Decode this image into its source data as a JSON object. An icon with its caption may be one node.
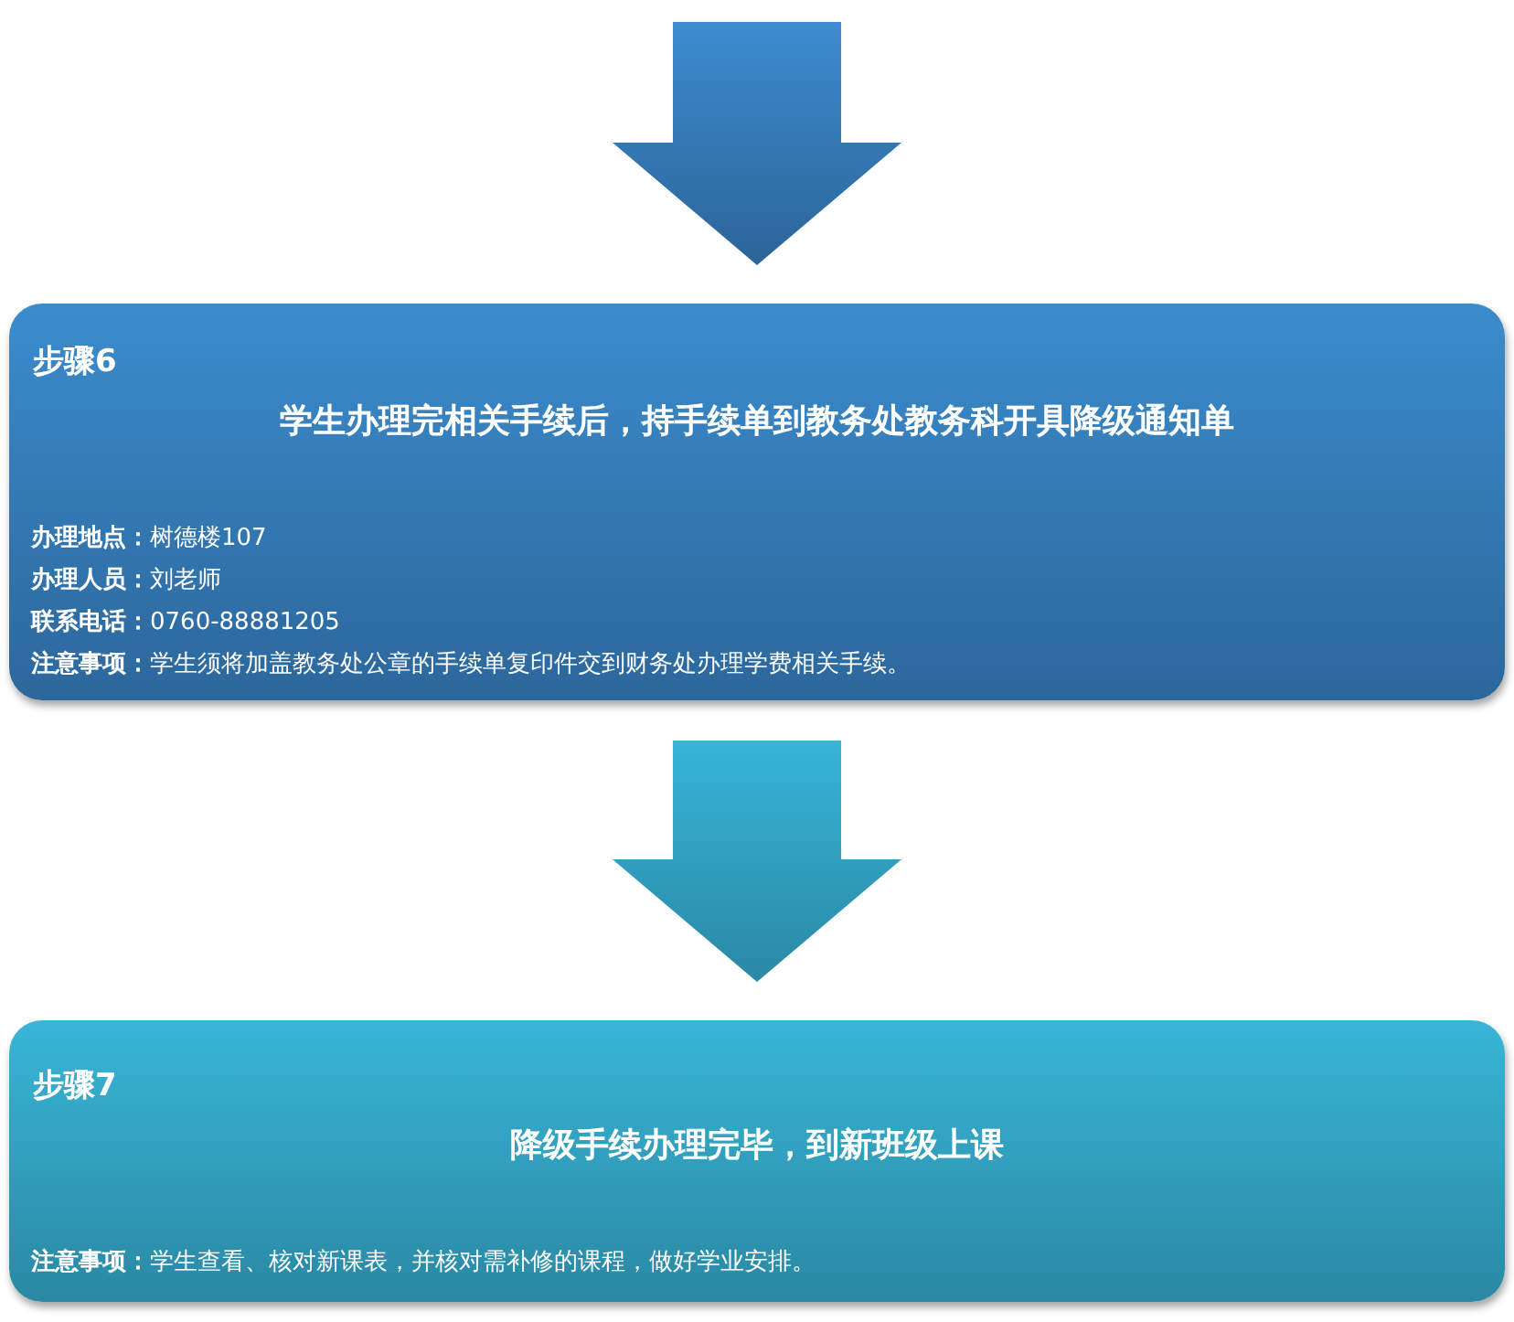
{
  "diagram": {
    "nodes": [
      {
        "text": [
          "步骤6",
          "学生办理完相关手续后，持手续单到教务处教务科开具降级通知单",
          "**办理地点：**树德楼107",
          "**办理人员：**刘老师",
          "**联系电话：**0760-88881205",
          "**注意事项：**学生须将加盖教务处公章的手续单复印件交到财务处办理学费相关手续。"
        ]
      },
      {
        "text": [
          "步骤7",
          "降级手续办理完毕，到新班级上课",
          "**注意事项：**学生查看、核对新课表，并核对需补修的课程，做好学业安排。"
        ]
      }
    ],
    "edges": [
      {
        "from": null,
        "to": 0,
        "arrow": "to"
      },
      {
        "from": 0,
        "to": 1,
        "arrow": "to",
        "color": "#33afd2"
      }
    ]
  }
}
